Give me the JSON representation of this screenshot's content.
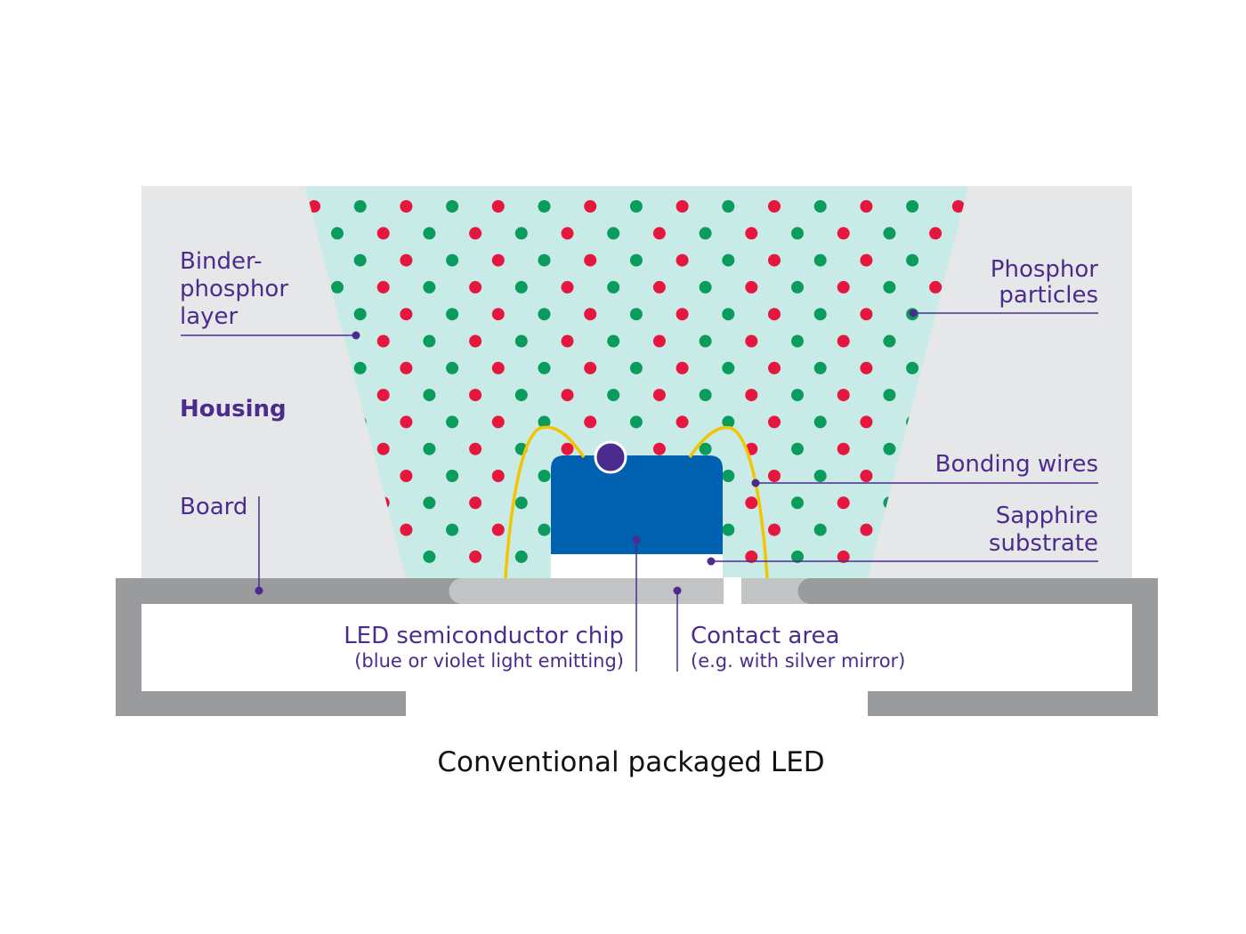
{
  "title": "Conventional packaged LED",
  "labels": {
    "binder_phosphor_1": "Binder-",
    "binder_phosphor_2": "phosphor",
    "binder_phosphor_3": "layer",
    "housing": "Housing",
    "board": "Board",
    "phosphor_particles_1": "Phosphor",
    "phosphor_particles_2": "particles",
    "bonding_wires": "Bonding wires",
    "sapphire_1": "Sapphire",
    "sapphire_2": "substrate",
    "led_chip_1": "LED semiconductor chip",
    "led_chip_2": "(blue or violet light emitting)",
    "contact_1": "Contact area",
    "contact_2": "(e.g. with silver mirror)"
  },
  "colors": {
    "label_text": "#4b2c8e",
    "caption_text": "#111111",
    "housing_fill": "#e6e7e8",
    "binder_fill": "#c8ebe7",
    "red_particle": "#e5173f",
    "green_particle": "#0a9c5c",
    "chip_blue": "#0061b1",
    "chip_dot": "#4b2c8e",
    "wire_yellow": "#f2c500",
    "board_gray": "#9a9b9d",
    "contact_gray": "#c2c3c5",
    "leader_line": "#4b2c8e"
  }
}
